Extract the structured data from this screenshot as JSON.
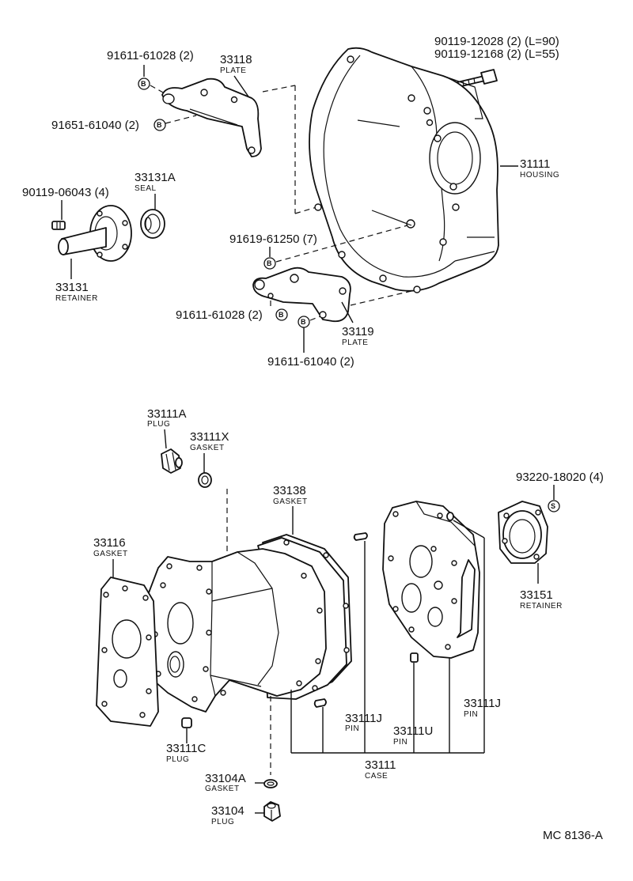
{
  "diagram_code": "MC 8136-A",
  "parts": {
    "p33118": {
      "number": "33118",
      "name": "PLATE"
    },
    "p33119": {
      "number": "33119",
      "name": "PLATE"
    },
    "p33111_housing": {
      "number": "31111",
      "name": "HOUSING"
    },
    "p33131a": {
      "number": "33131A",
      "name": "SEAL"
    },
    "p33131": {
      "number": "33131",
      "name": "RETAINER"
    },
    "p33111a": {
      "number": "33111A",
      "name": "PLUG"
    },
    "p33111x": {
      "number": "33111X",
      "name": "GASKET"
    },
    "p33138": {
      "number": "33138",
      "name": "GASKET"
    },
    "p33116": {
      "number": "33116",
      "name": "GASKET"
    },
    "p33151": {
      "number": "33151",
      "name": "RETAINER"
    },
    "p33111c": {
      "number": "33111C",
      "name": "PLUG"
    },
    "p33111j_a": {
      "number": "33111J",
      "name": "PIN"
    },
    "p33111j_b": {
      "number": "33111J",
      "name": "PIN"
    },
    "p33111u": {
      "number": "33111U",
      "name": "PIN"
    },
    "p33111": {
      "number": "33111",
      "name": "CASE"
    },
    "p33104a": {
      "number": "33104A",
      "name": "GASKET"
    },
    "p33104": {
      "number": "33104",
      "name": "PLUG"
    }
  },
  "fasteners": {
    "f1": "91611-61028 (2)",
    "f2": "91651-61040 (2)",
    "f3": "90119-06043 (4)",
    "f4": "91619-61250 (7)",
    "f5": "91611-61028 (2)",
    "f6": "91611-61040 (2)",
    "f7a": "90119-12028 (2) (L=90)",
    "f7b": "90119-12168 (2) (L=55)",
    "f8": "93220-18020 (4)"
  },
  "symbols": {
    "bolt": "B",
    "stud": "S"
  }
}
